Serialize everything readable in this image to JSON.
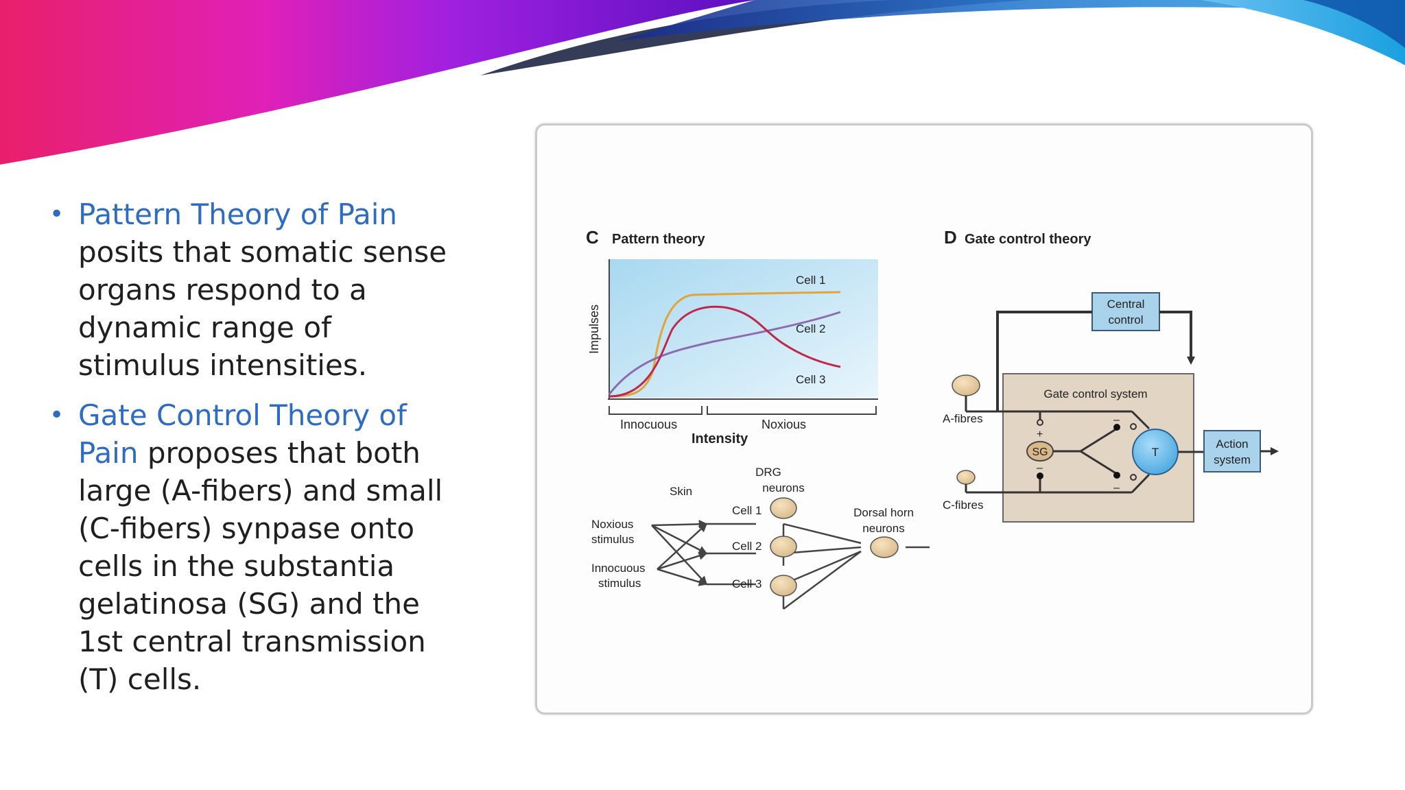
{
  "bullets": [
    {
      "term": "Pattern Theory of Pain",
      "text": " posits that somatic sense organs respond to a dynamic range of stimulus intensities."
    },
    {
      "term": "Gate Control Theory of Pain",
      "text": " proposes that both large (A-fibers) and small (C-fibers) synpase onto cells in the substantia gelatinosa (SG) and the 1st central transmission (T) cells."
    }
  ],
  "figure": {
    "panel_c": {
      "letter": "C",
      "title": "Pattern theory",
      "ylabel": "Impulses",
      "xlabel": "Intensity",
      "range_innocuous": "Innocuous",
      "range_noxious": "Noxious",
      "cell1": "Cell 1",
      "cell2": "Cell 2",
      "cell3": "Cell 3",
      "colors": {
        "cell1": "#e0a43a",
        "cell2": "#8c6bb0",
        "cell3": "#c0284a"
      },
      "circuit": {
        "skin": "Skin",
        "drg_line1": "DRG",
        "drg_line2": "neurons",
        "noxious_line1": "Noxious",
        "noxious_line2": "stimulus",
        "innocuous_line1": "Innocuous",
        "innocuous_line2": "stimulus",
        "cell1": "Cell 1",
        "cell2": "Cell 2",
        "cell3": "Cell 3",
        "dorsal_line1": "Dorsal horn",
        "dorsal_line2": "neurons"
      }
    },
    "panel_d": {
      "letter": "D",
      "title": "Gate control theory",
      "central_line1": "Central",
      "central_line2": "control",
      "gate_system": "Gate control system",
      "a_fibres": "A-fibres",
      "c_fibres": "C-fibres",
      "sg": "SG",
      "t": "T",
      "action_line1": "Action",
      "action_line2": "system",
      "plus": "+",
      "minus": "–"
    }
  }
}
